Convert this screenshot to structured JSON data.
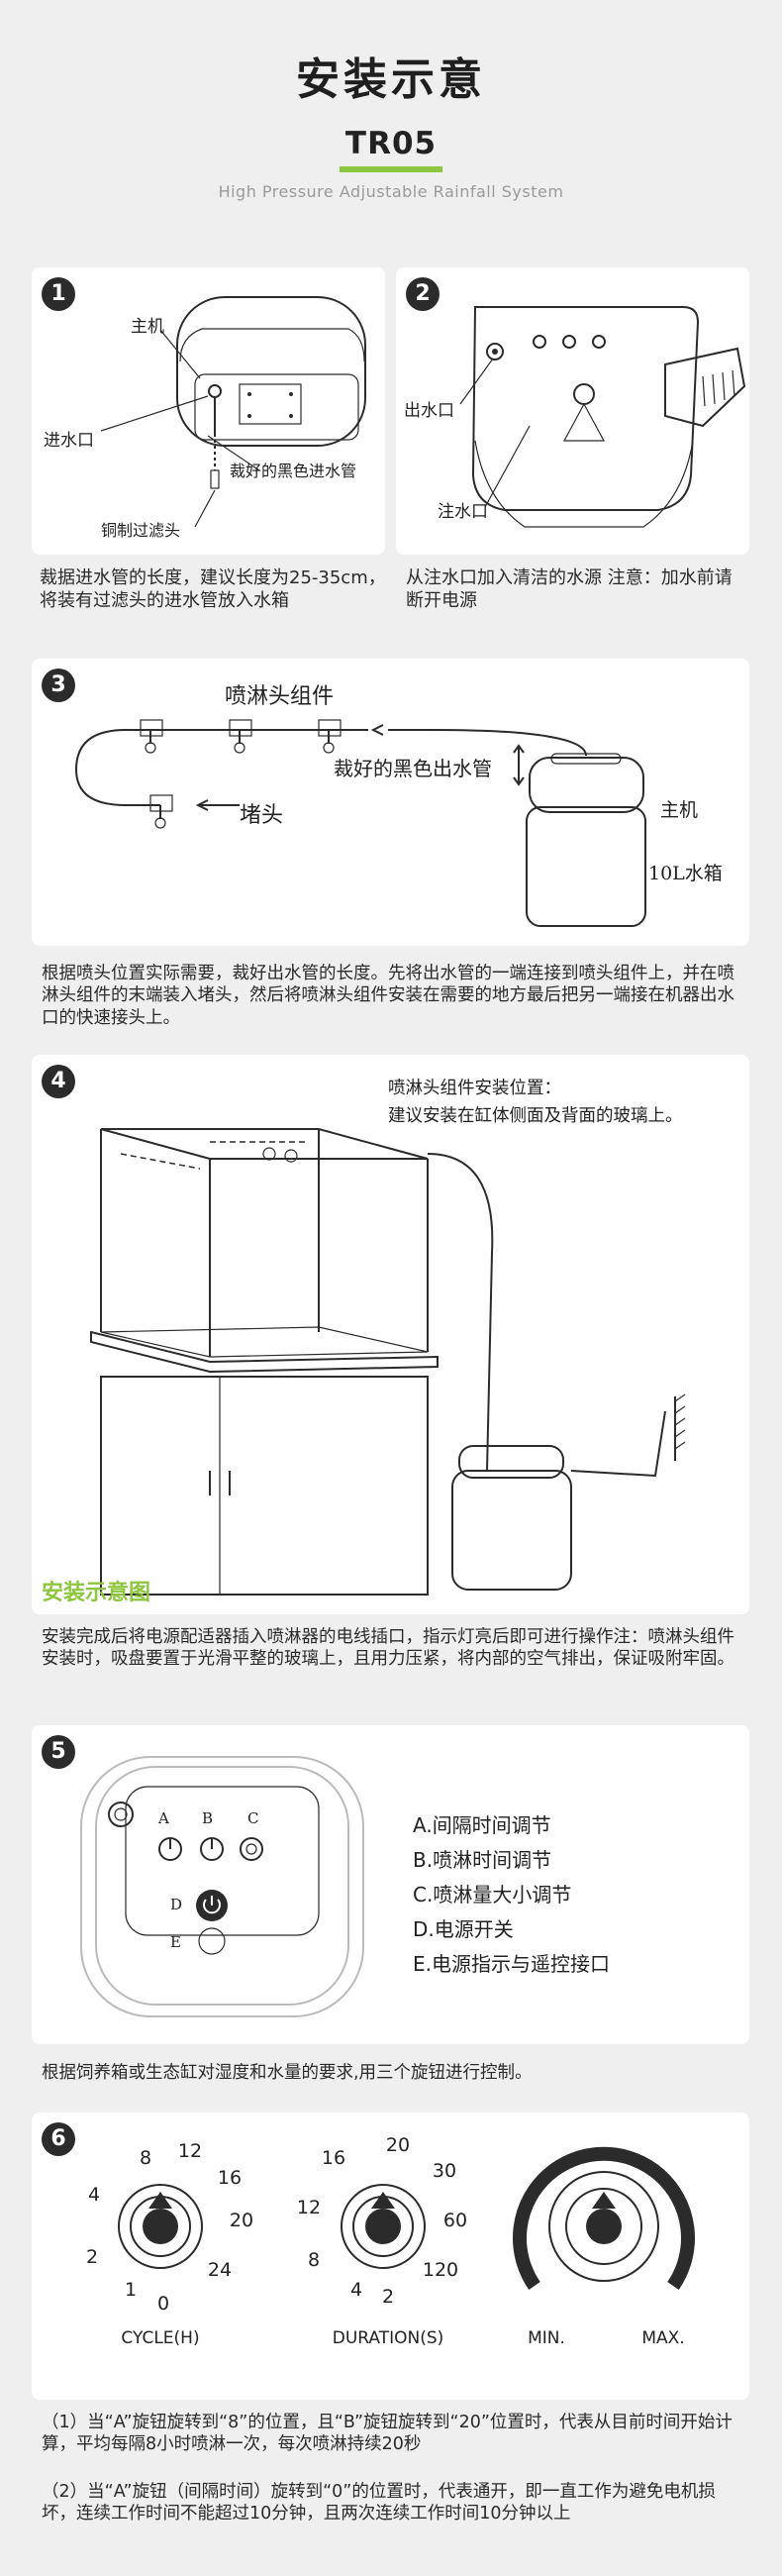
{
  "header": {
    "title": "安装示意",
    "model": "TR05",
    "subtitle": "High Pressure Adjustable Rainfall System"
  },
  "step1": {
    "number": "1",
    "label_host": "主机",
    "label_inlet": "进水口",
    "label_black_pipe": "裁好的黑色进水管",
    "label_filter": "铜制过滤头",
    "text": "裁据进水管的长度，建议长度为25-35cm，将装有过滤头的进水管放入水箱"
  },
  "step2": {
    "number": "2",
    "label_outlet": "出水口",
    "label_fill": "注水口",
    "text": "从注水口加入清洁的水源 注意：加水前请断开电源"
  },
  "step3": {
    "number": "3",
    "label_nozzle_group": "喷淋头组件",
    "label_outlet_pipe": "裁好的黑色出水管",
    "label_plug": "堵头",
    "label_host": "主机",
    "label_tank": "10L水箱",
    "text": "根据喷头位置实际需要，裁好出水管的长度。先将出水管的一端连接到喷头组件上，并在喷淋头组件的末端装入堵头，然后将喷淋头组件安装在需要的地方最后把另一端接在机器出水口的快速接头上。"
  },
  "step4": {
    "number": "4",
    "label_position_title": "喷淋头组件安装位置：",
    "label_position_desc": "建议安装在缸体侧面及背面的玻璃上。",
    "caption": "安装示意图",
    "text": "安装完成后将电源配适器插入喷淋器的电线插口，指示灯亮后即可进行操作注：喷淋头组件安装时，吸盘要置于光滑平整的玻璃上，且用力压紧，将内部的空气排出，保证吸附牢固。"
  },
  "step5": {
    "number": "5",
    "knob_letters": [
      "A",
      "B",
      "C",
      "D",
      "E"
    ],
    "items": [
      "A.间隔时间调节",
      "B.喷淋时间调节",
      "C.喷淋量大小调节",
      "D.电源开关",
      "E.电源指示与遥控接口"
    ],
    "text": "根据饲养箱或生态缸对湿度和水量的要求,用三个旋钮进行控制。"
  },
  "step6": {
    "number": "6",
    "cycle": {
      "labels": [
        "8",
        "12",
        "16",
        "4",
        "20",
        "2",
        "24",
        "1",
        "0"
      ],
      "caption": "CYCLE(H)"
    },
    "duration": {
      "labels": [
        "16",
        "20",
        "30",
        "12",
        "60",
        "8",
        "120",
        "4",
        "2"
      ],
      "caption": "DURATION(S)"
    },
    "volume": {
      "min": "MIN.",
      "max": "MAX."
    },
    "text1": "（1）当“A”旋钮旋转到“8”的位置，且“B”旋钮旋转到“20”位置时，代表从目前时间开始计算，平均每隔8小时喷淋一次，每次喷淋持续20秒",
    "text2": "（2）当“A”旋钮（间隔时间）旋转到“0”的位置时，代表通开，即一直工作为避免电机损坏，连续工作时间不能超过10分钟，且两次连续工作时间10分钟以上"
  }
}
